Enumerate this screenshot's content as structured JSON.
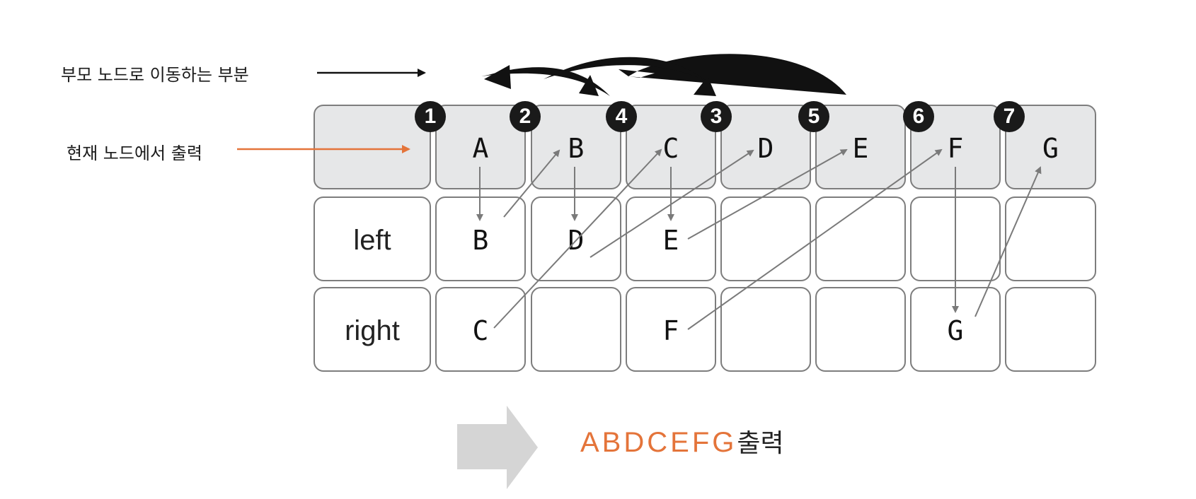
{
  "legend": {
    "parent_move_label": "부모 노드로 이동하는 부분",
    "current_output_label": "현재 노드에서 출력"
  },
  "table": {
    "row_labels": [
      "left",
      "right"
    ],
    "columns": [
      {
        "step": "1",
        "node": "",
        "left": "",
        "right": ""
      },
      {
        "step": "2",
        "node": "A",
        "left": "B",
        "right": "C"
      },
      {
        "step": "4",
        "node": "B",
        "left": "D",
        "right": ""
      },
      {
        "step": "3",
        "node": "C",
        "left": "E",
        "right": "F"
      },
      {
        "step": "5",
        "node": "D",
        "left": "",
        "right": ""
      },
      {
        "step": "6",
        "node": "E",
        "left": "",
        "right": ""
      },
      {
        "step": "7",
        "node": "F",
        "left": "",
        "right": "G"
      },
      {
        "step": "",
        "node": "G",
        "left": "",
        "right": ""
      }
    ]
  },
  "result": {
    "sequence": "ABDCEFG",
    "suffix": "출력"
  },
  "colors": {
    "accent": "#e4743a",
    "cell_border": "#7d7d7d",
    "top_row_fill": "#e6e7e8",
    "badge": "#1a1a1a",
    "big_arrow": "#d5d5d5"
  }
}
